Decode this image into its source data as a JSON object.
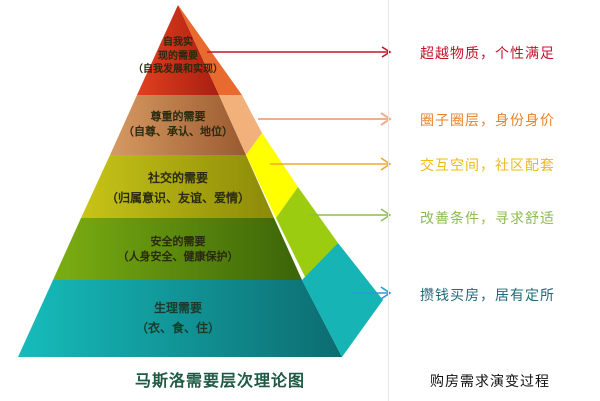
{
  "title_left": "马斯洛需要层次理论图",
  "title_right": "购房需求演变过程",
  "pyramid": {
    "tiers": [
      {
        "name": "self-actualization",
        "line1": "自我实",
        "line2": "现的需要",
        "line3": "（自我发展和实现）",
        "front_color": "#c8301c",
        "side_color": "#e86a2e"
      },
      {
        "name": "esteem",
        "line1": "尊重的需要",
        "line2": "（自尊、承认、地位）",
        "front_color": "#c07a48",
        "side_color": "#f2b07a"
      },
      {
        "name": "social",
        "line1": "社交的需要",
        "line2": "（归属意识、友谊、爱情）",
        "front_color": "#b4b00a",
        "side_color": "#ffff00"
      },
      {
        "name": "safety",
        "line1": "安全的需要",
        "line2": "（人身安全、健康保护）",
        "front_color": "#5a8a0c",
        "side_color": "#9ccc10"
      },
      {
        "name": "physiological",
        "line1": "生理需要",
        "line2": "（衣、食、住）",
        "front_color": "#13a8a8",
        "side_color": "#16b4b4"
      }
    ]
  },
  "housing_needs": [
    {
      "text": "超越物质，个性满足",
      "color": "#c0142a",
      "arrow_color": "#c0142a"
    },
    {
      "text": "圈子圈层，身份身价",
      "color": "#e8832a",
      "arrow_color": "#f0b08a"
    },
    {
      "text": "交互空间，社区配套",
      "color": "#f0b818",
      "arrow_color": "#f0a830"
    },
    {
      "text": "改善条件，寻求舒适",
      "color": "#8cbc50",
      "arrow_color": "#8cbc50"
    },
    {
      "text": "攒钱买房，居有定所",
      "color": "#1e6a78",
      "arrow_color": "#2a9ad8"
    }
  ]
}
